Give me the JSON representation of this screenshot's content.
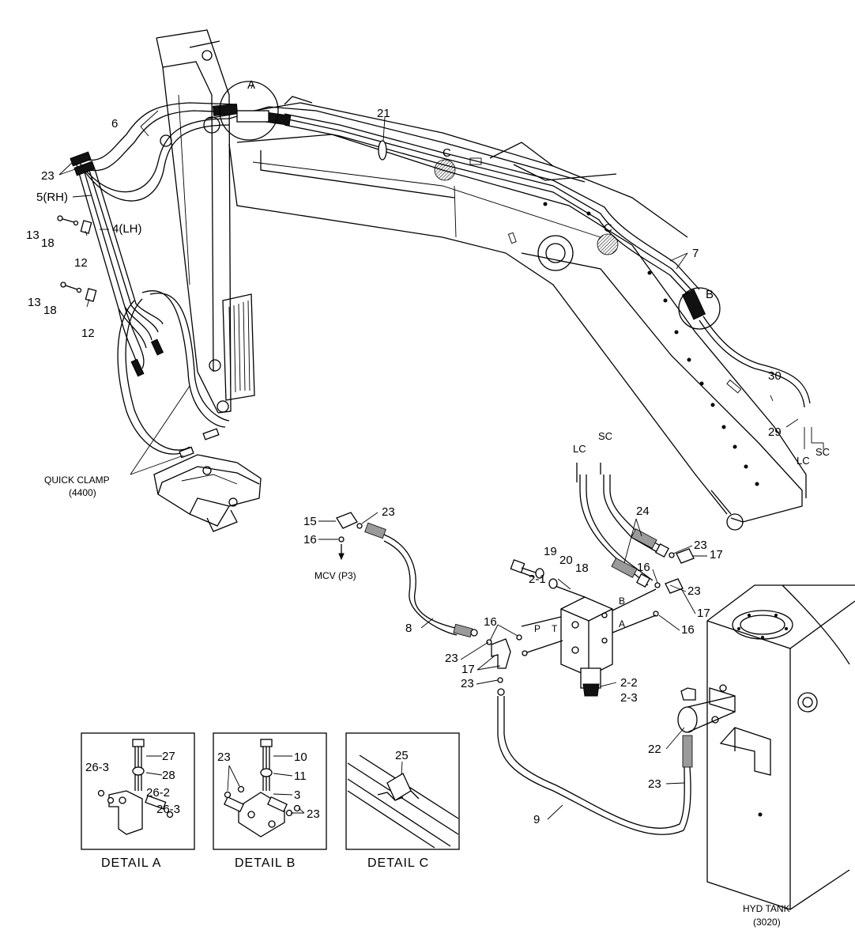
{
  "labels": {
    "A": "A",
    "B": "B",
    "C1": "C",
    "C2": "C",
    "p6": "6",
    "p21": "21",
    "p7": "7",
    "p23a": "23",
    "p5rh": "5(RH)",
    "p4lh": "4(LH)",
    "p13a": "13",
    "p18a": "18",
    "p12a": "12",
    "p13b": "13",
    "p18b": "18",
    "p12b": "12",
    "p30": "30",
    "p29": "29",
    "lc_r": "LC",
    "sc_r": "SC",
    "lc_m": "LC",
    "sc_m": "SC",
    "p24": "24",
    "p23b": "23",
    "p17a": "17",
    "p16a": "16",
    "p23c": "23",
    "p17b": "17",
    "p16b": "16",
    "p15": "15",
    "p23d": "23",
    "p16c": "16",
    "mcv": "MCV (P3)",
    "p19": "19",
    "p20": "20",
    "p18c": "18",
    "p21v": "2-1",
    "p22v": "2-2",
    "p23v": "2-3",
    "port_p": "P",
    "port_t": "T",
    "port_b": "B",
    "port_a": "A",
    "p8": "8",
    "p16d": "16",
    "p23e": "23",
    "p17c": "17",
    "p23f": "23",
    "p9": "9",
    "p22": "22",
    "p23g": "23",
    "quick_clamp": "QUICK CLAMP",
    "quick_clamp_no": "(4400)",
    "hyd_tank": "HYD TANK",
    "hyd_tank_no": "(3020)"
  },
  "details": {
    "a": {
      "caption": "DETAIL  A",
      "p27": "27",
      "p28": "28",
      "p26_3a": "26-3",
      "p26_2": "26-2",
      "p26_3b": "26-3"
    },
    "b": {
      "caption": "DETAIL  B",
      "p10": "10",
      "p11": "11",
      "p3": "3",
      "p23a": "23",
      "p23b": "23"
    },
    "c": {
      "caption": "DETAIL  C",
      "p25": "25"
    }
  }
}
